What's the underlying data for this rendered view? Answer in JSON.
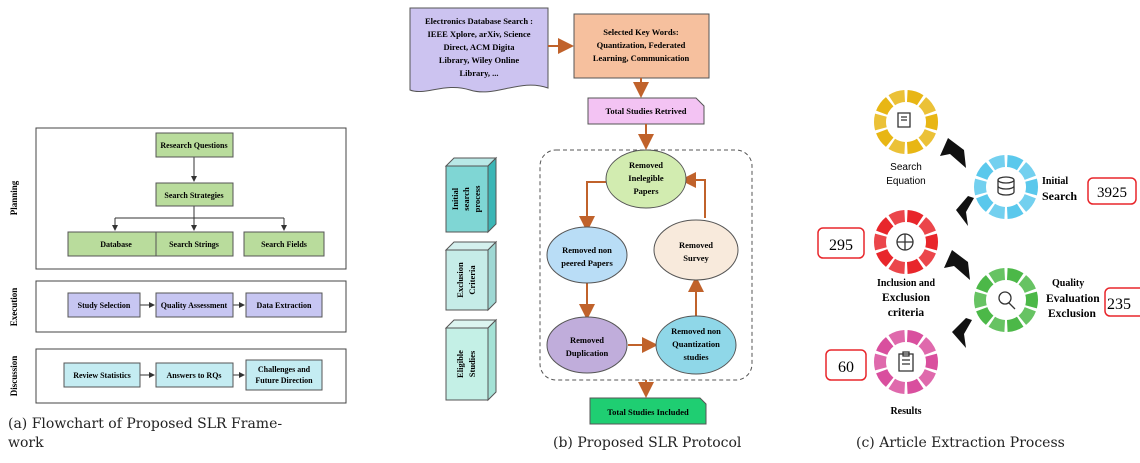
{
  "panel_a": {
    "phases": [
      "Planning",
      "Execution",
      "Discussion"
    ],
    "research_questions": "Research Questions",
    "search_strategies": "Search Strategies",
    "database": "Database",
    "search_strings": "Search Strings",
    "search_fields": "Search Fields",
    "study_selection": "Study Selection",
    "quality_assessment": "Quality Assessment",
    "data_extraction": "Data Extraction",
    "review_statistics": "Review Statistics",
    "answers_rqs": "Answers to RQs",
    "challenges_1": "Challenges and",
    "challenges_2": "Future Direction",
    "caption_1": "(a) Flowchart of Proposed SLR Frame-",
    "caption_2": "work"
  },
  "panel_b": {
    "db_search": [
      "Electronics Database Search :",
      "IEEE Xplore, arXiv, Science",
      "Direct, ACM Digita",
      "Library, Wiley Online",
      "Library, ..."
    ],
    "keywords": [
      "Selected Key Words:",
      "Quantization, Federated",
      "Learning,  Communication"
    ],
    "total_retrieved": "Total Studies Retrived",
    "removed_ineligible": [
      "Removed",
      "Inelegible",
      "Papers"
    ],
    "removed_non_peered": [
      "Removed non",
      "peered Papers"
    ],
    "removed_survey": [
      "Removed",
      "Survey"
    ],
    "removed_duplication": [
      "Removed",
      "Duplication"
    ],
    "removed_non_quant": [
      "Removed non",
      "Quantization",
      "studies"
    ],
    "side_initial": [
      "Initial",
      "search",
      "process"
    ],
    "side_exclusion": [
      "Exclusion",
      "Criteria"
    ],
    "side_eligible": [
      "Eligible",
      "Studies"
    ],
    "total_included": "Total Studies Included",
    "caption": "(b) Proposed SLR Protocol"
  },
  "panel_c": {
    "search_equation": [
      "Search",
      "Equation"
    ],
    "initial_search": [
      "Initial",
      "Search"
    ],
    "initial_count": "3925",
    "inclusion": [
      "Inclusion and",
      "Exclusion",
      "criteria"
    ],
    "inclusion_count": "295",
    "quality": [
      "Quality",
      "Evaluation",
      "Exclusion"
    ],
    "quality_count": "235",
    "results": "Results",
    "results_count": "60",
    "caption": "(c) Article Extraction Process",
    "colors": {
      "yellow": "#e8b614",
      "blue": "#5ac8ec",
      "red": "#e8262b",
      "green": "#4cb848",
      "pink": "#d94f9e"
    }
  }
}
